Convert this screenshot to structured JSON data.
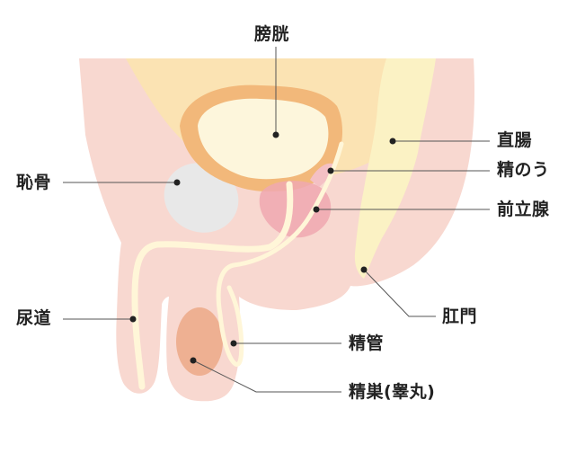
{
  "labels": {
    "bladder": "膀胱",
    "rectum": "直腸",
    "seminal_vesicle": "精のう",
    "prostate": "前立腺",
    "pubic_bone": "恥骨",
    "urethra": "尿道",
    "anus": "肛門",
    "vas_deferens": "精管",
    "testis": "精巣(睾丸)"
  },
  "colors": {
    "skin": "#f8d8d0",
    "bladder_wall": "#f2b87a",
    "bladder_inner": "#fdf6dc",
    "abdomen_fat": "#fbe3b3",
    "rectum": "#fbf2c4",
    "pubic_bone": "#e8e8e8",
    "prostate": "#f0a8b0",
    "testis": "#eeb092",
    "urethra": "#fff6d8",
    "leader_line": "#555555"
  }
}
